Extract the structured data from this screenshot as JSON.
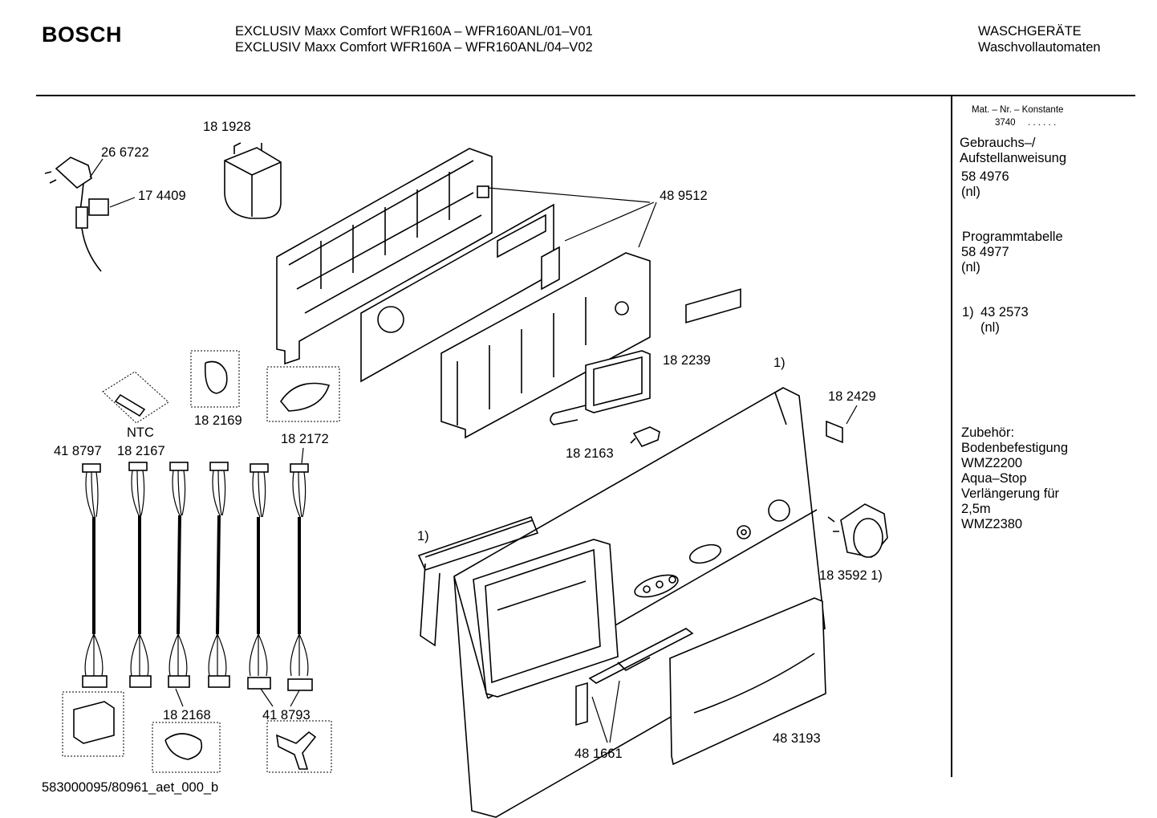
{
  "header": {
    "brand": "BOSCH",
    "model_line_1": "EXCLUSIV Maxx Comfort WFR160A – WFR160ANL/01–V01",
    "model_line_2": "EXCLUSIV Maxx Comfort WFR160A – WFR160ANL/04–V02",
    "category_1": "WASCHGERÄTE",
    "category_2": "Waschvollautomaten"
  },
  "sidebar": {
    "mat_nr_label": "Mat. – Nr. – Konstante",
    "mat_nr_value": "3740",
    "mat_nr_dots": ". . . . . .",
    "manual_title_1": "Gebrauchs–/",
    "manual_title_2": "Aufstellanweisung",
    "manual_number": "58 4976",
    "manual_lang": "(nl)",
    "program_title": "Programmtabelle",
    "program_number": "58 4977",
    "program_lang": "(nl)",
    "note_marker": "1)",
    "note_number": "43 2573",
    "note_lang": "(nl)",
    "accessories": [
      "Zubehör:",
      "Bodenbefestigung",
      "WMZ2200",
      "Aqua–Stop",
      "Verlängerung für",
      "2,5m",
      "WMZ2380"
    ]
  },
  "parts": {
    "p266722": "26 6722",
    "p174409": "17 4409",
    "p181928": "18 1928",
    "p489512": "48 9512",
    "p182239": "18 2239",
    "p182163": "18 2163",
    "p182429": "18 2429",
    "p183592": "18 3592 1)",
    "p182169": "18 2169",
    "p182172": "18 2172",
    "ntc": "NTC",
    "p418797": "41 8797",
    "p182167": "18 2167",
    "p182168": "18 2168",
    "p418793": "41 8793",
    "p481661": "48 1661",
    "p483193": "48 3193",
    "note_a": "1)",
    "note_b": "1)"
  },
  "footer": {
    "code": "583000095/80961_aet_000_b"
  }
}
